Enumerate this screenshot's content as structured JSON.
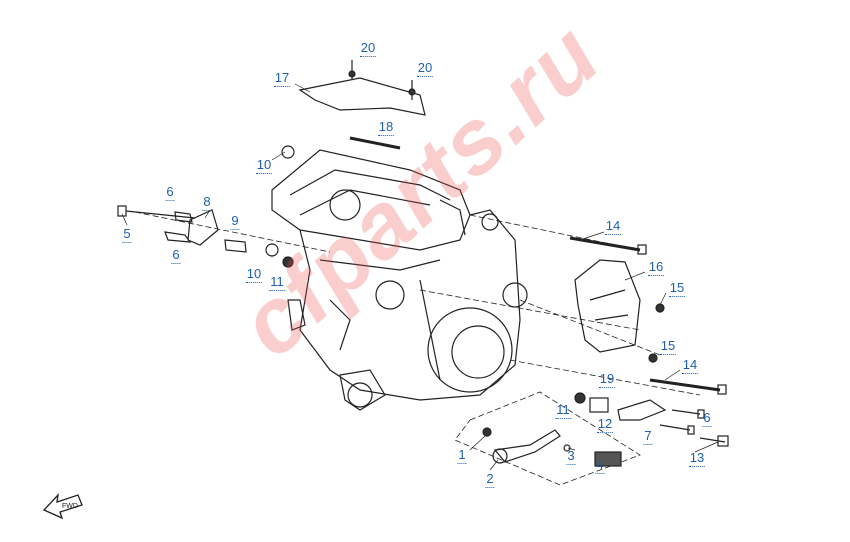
{
  "diagram": {
    "labels": [
      "20",
      "20",
      "17",
      "18",
      "10",
      "6",
      "8",
      "9",
      "5",
      "6",
      "10",
      "11",
      "14",
      "16",
      "15",
      "15",
      "14",
      "19",
      "11",
      "12",
      "6",
      "7",
      "1",
      "3",
      "4",
      "2",
      "13"
    ],
    "watermark": "cfparts.ru",
    "direction_marker": "FWD",
    "colors": {
      "label": "#1f5fae",
      "line": "#222222",
      "watermark": "#f05050"
    }
  }
}
